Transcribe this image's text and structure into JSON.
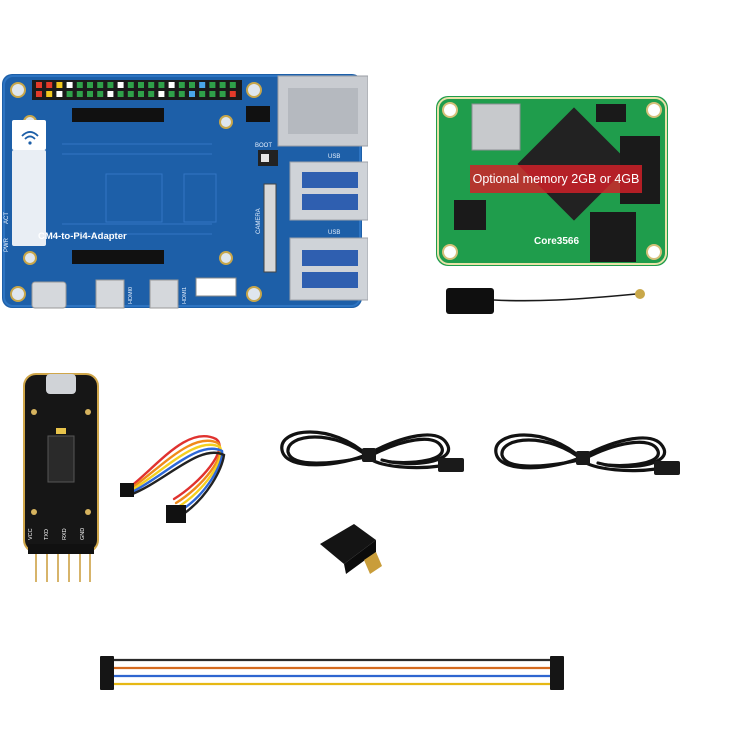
{
  "carrier_board": {
    "name_label": "CM4-to-Pi4-Adapter",
    "usb_top_label": "USB",
    "usb_bottom_label": "USB",
    "boot_label": "BOOT",
    "camera_label": "CAMERA",
    "hdmi0_label": "HDMI0",
    "hdmi1_label": "HDMI1",
    "pwr_label": "PWR",
    "act_label": "ACT",
    "board_color": "#1d5fa8"
  },
  "core_module": {
    "name_label": "Core3566",
    "memory_banner": "Optional memory 2GB or 4GB",
    "board_color": "#1f9d4c",
    "banner_color": "#d62028"
  },
  "usb_uart_module": {
    "pin_labels": [
      "VCC",
      "TXD",
      "RXD",
      "GND"
    ]
  }
}
